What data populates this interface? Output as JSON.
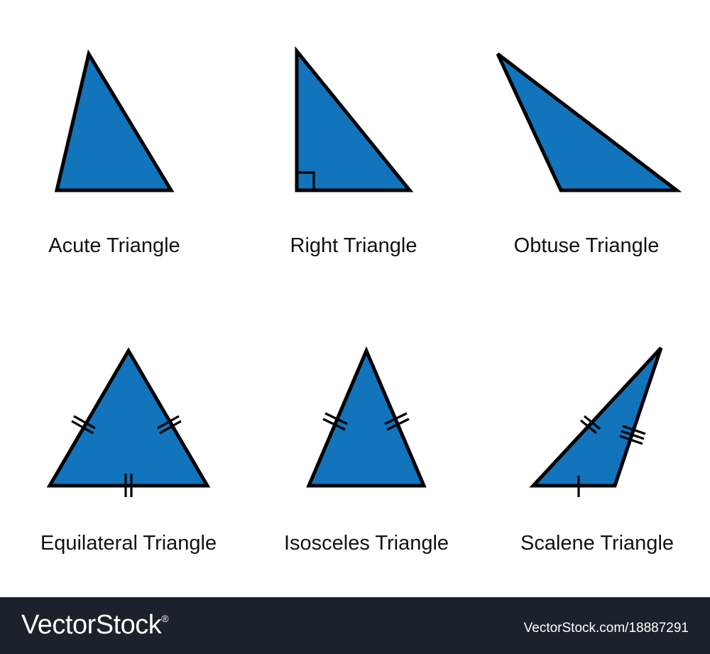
{
  "colors": {
    "triangle_fill": "#1274BB",
    "outline": "#000000",
    "footer_bg": "#1C222C"
  },
  "labels": {
    "acute": "Acute Triangle",
    "right": "Right Triangle",
    "obtuse": "Obtuse Triangle",
    "equilateral": "Equilateral Triangle",
    "isosceles": "Isosceles Triangle",
    "scalene": "Scalene Triangle"
  },
  "footer": {
    "brand": "VectorStock",
    "registered": "®",
    "credit": "VectorStock.com/18887291"
  }
}
